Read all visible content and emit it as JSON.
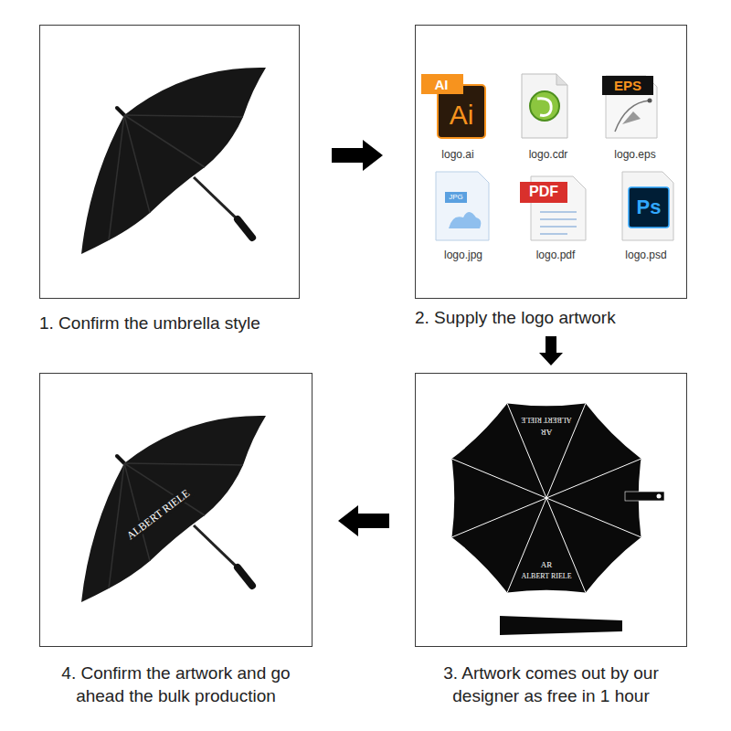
{
  "diagram": {
    "nodes": [
      {
        "text": [
          "1. Confirm the umbrella style"
        ]
      },
      {
        "text": [
          "2. Supply the logo artwork"
        ]
      },
      {
        "text": [
          "3. Artwork comes out by our designer as free in 1 hour"
        ]
      },
      {
        "text": [
          "4. Confirm the artwork and go ahead the bulk production"
        ]
      }
    ],
    "edges": [
      {
        "from": 0,
        "to": 1,
        "arrow": "to"
      },
      {
        "from": 1,
        "to": 2,
        "arrow": "to"
      },
      {
        "from": 2,
        "to": 3,
        "arrow": "to"
      }
    ],
    "labels": [
      "AI",
      "Ai",
      "logo.ai",
      "logo.cdr",
      "EPS",
      "logo.eps",
      "JPG",
      "logo.jpg",
      "PDF",
      "logo.pdf",
      "Ps",
      "logo.psd",
      "AR",
      "ALBERT RIELE",
      "AR",
      "ALBERT RIELE",
      "ALBERT RIELE"
    ]
  }
}
